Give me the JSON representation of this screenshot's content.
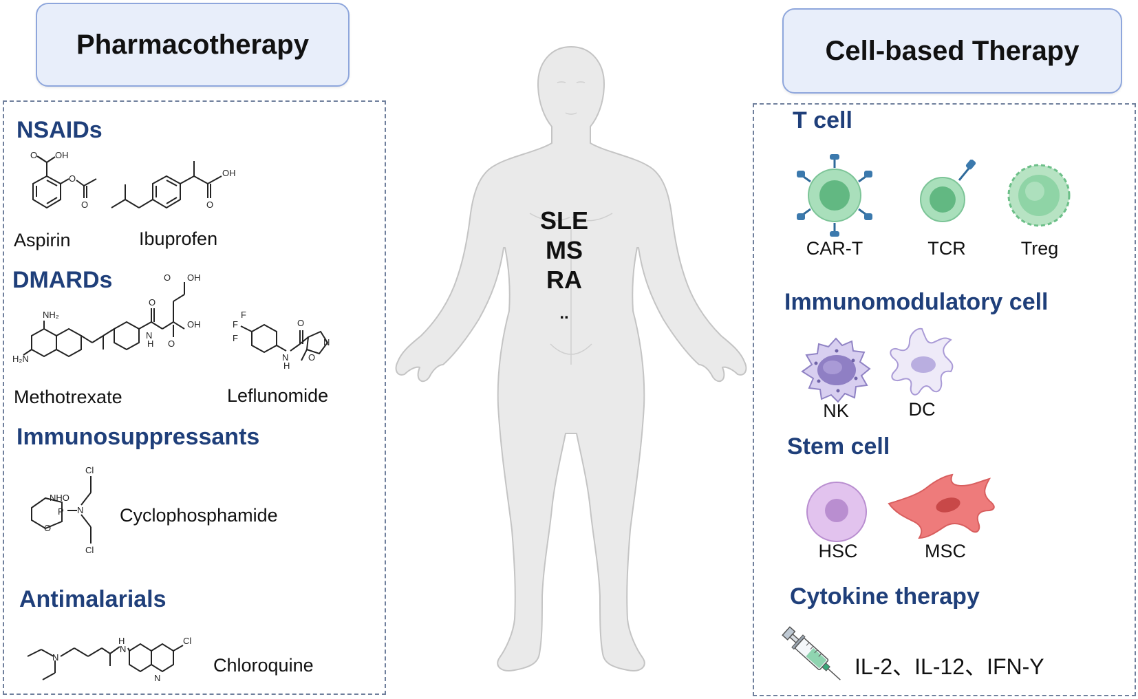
{
  "left": {
    "title": "Pharmacotherapy",
    "sections": {
      "nsaids": {
        "title": "NSAIDs",
        "drugs": [
          "Aspirin",
          "Ibuprofen"
        ]
      },
      "dmards": {
        "title": "DMARDs",
        "drugs": [
          "Methotrexate",
          "Leflunomide"
        ]
      },
      "immuno": {
        "title": "Immunosuppressants",
        "drugs": [
          "Cyclophosphamide"
        ]
      },
      "antimal": {
        "title": "Antimalarials",
        "drugs": [
          "Chloroquine"
        ]
      }
    },
    "atoms": {
      "o": "O",
      "oh": "OH",
      "nh2": "NH₂",
      "h2n": "H₂N",
      "n": "N",
      "h": "H",
      "f": "F",
      "cl": "Cl",
      "nho": "NHO",
      "p": "P",
      "hn": "H",
      "no": "N"
    }
  },
  "center": {
    "diseases": [
      "SLE",
      "MS",
      "RA",
      ".."
    ]
  },
  "right": {
    "title": "Cell-based Therapy",
    "sections": {
      "tcell": {
        "title": "T cell",
        "cells": [
          "CAR-T",
          "TCR",
          "Treg"
        ]
      },
      "immunomod": {
        "title": "Immunomodulatory cell",
        "cells": [
          "NK",
          "DC"
        ]
      },
      "stem": {
        "title": "Stem cell",
        "cells": [
          "HSC",
          "MSC"
        ]
      },
      "cytokine": {
        "title": "Cytokine therapy",
        "agents": "IL-2、IL-12、IFN-Y"
      }
    }
  },
  "colors": {
    "header_bg": "#e8eefa",
    "header_border": "#8ea6dc",
    "section_title": "#1f3f7a",
    "panel_dash": "#6f7f9c",
    "tcell_green": "#8fd4a6",
    "nk_purple": "#c9bde8",
    "hsc_purple": "#d8b6e6",
    "msc_red": "#ea6b6b",
    "receptor_blue": "#2f6a9a"
  }
}
